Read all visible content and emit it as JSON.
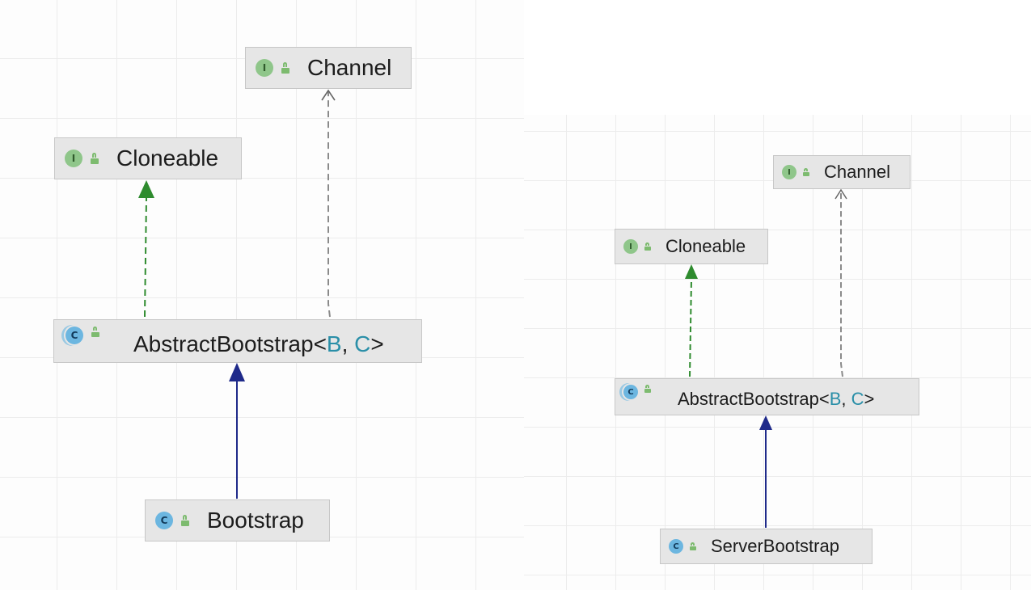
{
  "diagrams": [
    {
      "nodes": {
        "channel": {
          "label": "Channel",
          "kind": "interface",
          "icon": "interface-badge-icon",
          "badge": "I"
        },
        "cloneable": {
          "label": "Cloneable",
          "kind": "interface",
          "icon": "interface-badge-icon",
          "badge": "I"
        },
        "abstract_bootstrap": {
          "label": "AbstractBootstrap",
          "type_params": {
            "open": "<",
            "b": "B",
            "sep": ", ",
            "c": "C",
            "close": ">"
          },
          "kind": "abstract-class",
          "icon": "abstract-class-badge-icon",
          "badge": "C"
        },
        "bootstrap": {
          "label": "Bootstrap",
          "kind": "class",
          "icon": "class-badge-icon",
          "badge": "C"
        }
      },
      "edges": [
        {
          "from": "abstract_bootstrap",
          "to": "cloneable",
          "kind": "implements"
        },
        {
          "from": "abstract_bootstrap",
          "to": "channel",
          "kind": "dependency"
        },
        {
          "from": "bootstrap",
          "to": "abstract_bootstrap",
          "kind": "extends"
        }
      ]
    },
    {
      "nodes": {
        "channel": {
          "label": "Channel",
          "kind": "interface",
          "icon": "interface-badge-icon",
          "badge": "I"
        },
        "cloneable": {
          "label": "Cloneable",
          "kind": "interface",
          "icon": "interface-badge-icon",
          "badge": "I"
        },
        "abstract_bootstrap": {
          "label": "AbstractBootstrap",
          "type_params": {
            "open": "<",
            "b": "B",
            "sep": ", ",
            "c": "C",
            "close": ">"
          },
          "kind": "abstract-class",
          "icon": "abstract-class-badge-icon",
          "badge": "C"
        },
        "server_bootstrap": {
          "label": "ServerBootstrap",
          "kind": "class",
          "icon": "class-badge-icon",
          "badge": "C"
        }
      },
      "edges": [
        {
          "from": "abstract_bootstrap",
          "to": "cloneable",
          "kind": "implements"
        },
        {
          "from": "abstract_bootstrap",
          "to": "channel",
          "kind": "dependency"
        },
        {
          "from": "server_bootstrap",
          "to": "abstract_bootstrap",
          "kind": "extends"
        }
      ]
    }
  ],
  "colors": {
    "implements": "#2e8b2e",
    "dependency": "#8a8a8a",
    "extends": "#1f2a8a",
    "interface_badge": "#8fc68a",
    "class_badge": "#6cb6e0",
    "node_fill": "#e6e6e6",
    "generic_param": "#2a8fa8"
  },
  "icons": {
    "visibility": "public-lock-icon"
  }
}
